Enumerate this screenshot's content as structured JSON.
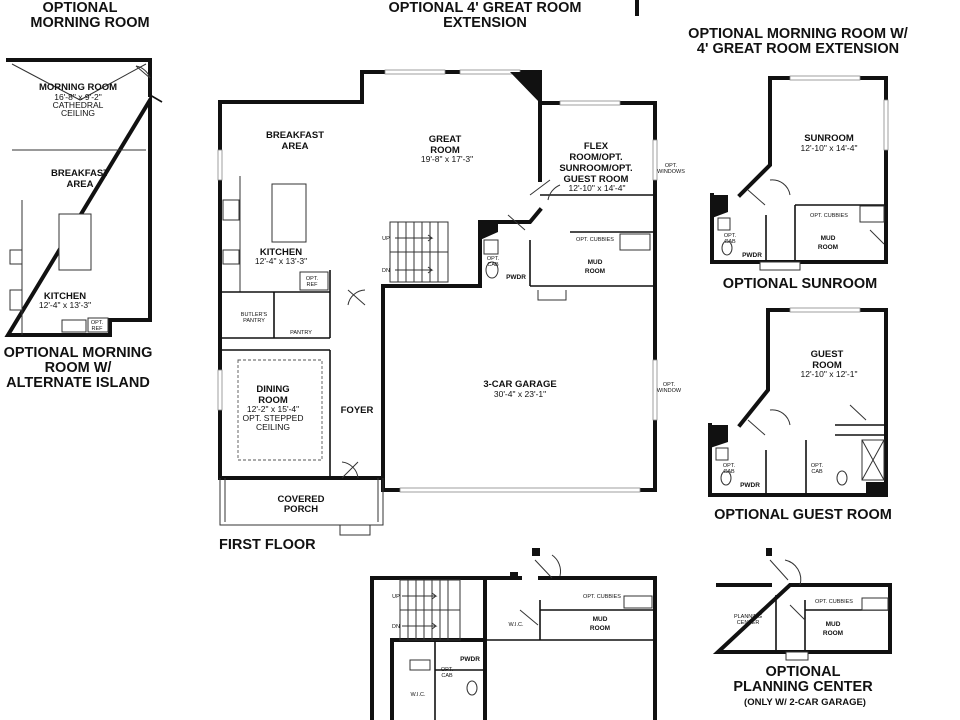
{
  "titles": {
    "opt_morning_room": [
      "OPTIONAL",
      "MORNING ROOM"
    ],
    "opt_great_room_ext": [
      "OPTIONAL 4' GREAT ROOM",
      "EXTENSION"
    ],
    "opt_morning_room_ext": [
      "OPTIONAL MORNING ROOM W/",
      "4' GREAT ROOM EXTENSION"
    ],
    "opt_morning_island": [
      "OPTIONAL MORNING",
      "ROOM W/",
      "ALTERNATE ISLAND"
    ],
    "first_floor": "FIRST FLOOR",
    "opt_sunroom": "OPTIONAL SUNROOM",
    "opt_guest_room": "OPTIONAL GUEST ROOM",
    "opt_planning_center": [
      "OPTIONAL",
      "PLANNING CENTER",
      "(ONLY W/ 2-CAR GARAGE)"
    ]
  },
  "left_plan": {
    "morning_room": {
      "name": "MORNING ROOM",
      "dims": [
        "16'-8\" x 9'-2\"",
        "CATHEDRAL",
        "CEILING"
      ]
    },
    "breakfast": [
      "BREAKFAST",
      "AREA"
    ],
    "kitchen": {
      "name": "KITCHEN",
      "dims": "12'-4\" x 13'-3\""
    },
    "opt_ref": [
      "OPT.",
      "REF"
    ]
  },
  "main_plan": {
    "breakfast": [
      "BREAKFAST",
      "AREA"
    ],
    "great_room": {
      "name": [
        "GREAT",
        "ROOM"
      ],
      "dims": "19'-8\" x 17'-3\""
    },
    "flex_room": {
      "name": [
        "FLEX",
        "ROOM/OPT.",
        "SUNROOM/OPT.",
        "GUEST ROOM"
      ],
      "dims": "12'-10\" x 14'-4\""
    },
    "opt_windows": [
      "OPT.",
      "WINDOWS"
    ],
    "kitchen": {
      "name": "KITCHEN",
      "dims": "12'-4\" x 13'-3\""
    },
    "opt_ref": [
      "OPT.",
      "REF"
    ],
    "up": "UP",
    "dn": "DN",
    "opt_cab": [
      "OPT.",
      "CAB"
    ],
    "pwdr": "PWDR",
    "opt_cubbies": "OPT. CUBBIES",
    "mud_room": [
      "MUD",
      "ROOM"
    ],
    "butlers_pantry": [
      "BUTLER'S",
      "PANTRY"
    ],
    "pantry": "PANTRY",
    "dining_room": {
      "name": [
        "DINING",
        "ROOM"
      ],
      "dims": [
        "12'-2\" x 15'-4\"",
        "OPT. STEPPED",
        "CEILING"
      ]
    },
    "foyer": "FOYER",
    "garage": {
      "name": "3-CAR GARAGE",
      "dims": "30'-4\" x 23'-1\""
    },
    "opt_window": [
      "OPT.",
      "WINDOW"
    ],
    "covered_porch": [
      "COVERED",
      "PORCH"
    ]
  },
  "sunroom_plan": {
    "sunroom": {
      "name": "SUNROOM",
      "dims": "12'-10\" x 14'-4\""
    },
    "opt_cubbies": "OPT. CUBBIES",
    "mud_room": [
      "MUD",
      "ROOM"
    ],
    "opt_cab": [
      "OPT.",
      "CAB"
    ],
    "pwdr": "PWDR"
  },
  "guest_plan": {
    "guest_room": {
      "name": [
        "GUEST",
        "ROOM"
      ],
      "dims": "12'-10\" x 12'-1\""
    },
    "opt_cab": [
      "OPT.",
      "CAB"
    ],
    "pwdr": "PWDR",
    "opt_cab2": [
      "OPT.",
      "CAB"
    ]
  },
  "bottom_plan": {
    "up": "UP",
    "dn": "DN",
    "wic": "W.I.C.",
    "opt_cubbies": "OPT. CUBBIES",
    "mud_room": [
      "MUD",
      "ROOM"
    ],
    "pwdr": "PWDR",
    "opt_cab": [
      "OPT.",
      "CAB"
    ],
    "wic2": "W.I.C."
  },
  "planning_plan": {
    "planning_center": [
      "PLANNING",
      "CENTER"
    ],
    "opt_cubbies": "OPT. CUBBIES",
    "mud_room": [
      "MUD",
      "ROOM"
    ]
  }
}
